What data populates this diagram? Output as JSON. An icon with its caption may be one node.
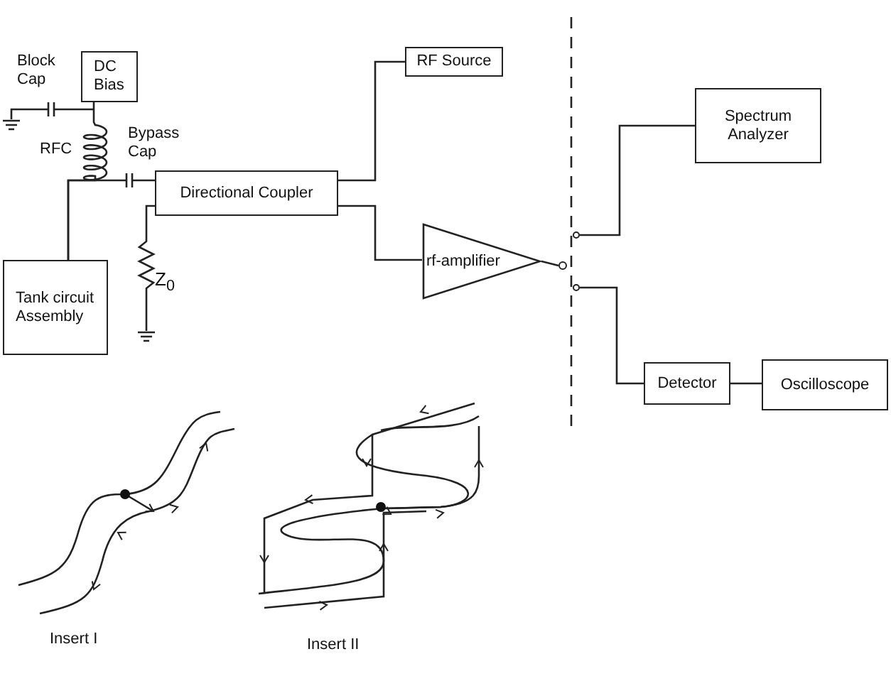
{
  "diagram": {
    "nodes": [
      {
        "text": [
          "DC Bias"
        ]
      },
      {
        "text": [
          "RF Source"
        ]
      },
      {
        "text": [
          "Directional Coupler"
        ]
      },
      {
        "text": [
          "Tank circuit Assembly"
        ]
      },
      {
        "text": [
          "rf-amplifier"
        ]
      },
      {
        "text": [
          "Spectrum Analyzer"
        ]
      },
      {
        "text": [
          "Detector"
        ]
      },
      {
        "text": [
          "Oscilloscope"
        ]
      },
      {
        "text": [],
        "shape": "circle"
      },
      {
        "text": [],
        "shape": "circle"
      },
      {
        "text": [],
        "shape": "circle"
      }
    ],
    "edges": [
      {
        "from": 0,
        "to": 3,
        "arrow": "none"
      },
      {
        "from": 3,
        "to": 2,
        "arrow": "none"
      },
      {
        "from": 2,
        "to": 1,
        "arrow": "none"
      },
      {
        "from": 2,
        "to": 4,
        "arrow": "none"
      },
      {
        "from": 4,
        "to": 9,
        "arrow": "none"
      },
      {
        "from": 8,
        "to": 5,
        "arrow": "none"
      },
      {
        "from": 10,
        "to": 6,
        "arrow": "none"
      },
      {
        "from": 6,
        "to": 7,
        "arrow": "none"
      }
    ],
    "labels": [
      "Block Cap",
      "RFC",
      "Bypass Cap",
      "Z$_{0}$",
      "Insert I",
      "Insert II"
    ]
  }
}
